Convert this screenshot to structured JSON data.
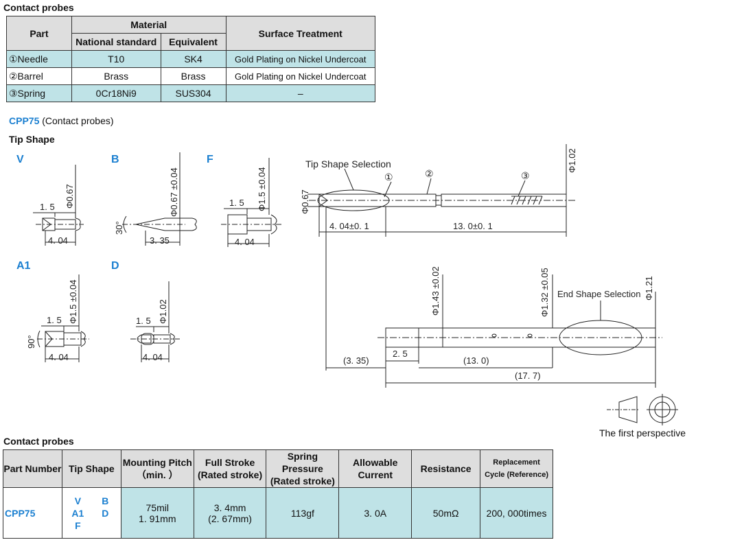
{
  "material_section": {
    "title": "Contact probes",
    "headers": {
      "part": "Part",
      "material": "Material",
      "national": "National standard",
      "equivalent": "Equivalent",
      "surface": "Surface Treatment"
    },
    "rows": [
      {
        "part": "①Needle",
        "national": "T10",
        "equivalent": "SK4",
        "surface": "Gold Plating on Nickel Undercoat"
      },
      {
        "part": "②Barrel",
        "national": "Brass",
        "equivalent": "Brass",
        "surface": "Gold Plating on Nickel Undercoat"
      },
      {
        "part": "③Spring",
        "national": "0Cr18Ni9",
        "equivalent": "SUS304",
        "surface": "–"
      }
    ]
  },
  "product": {
    "code": "CPP75",
    "desc": "(Contact probes)",
    "tip_shape_title": "Tip  Shape"
  },
  "tips": {
    "v": {
      "letter": "V",
      "dia": "Φ0.67",
      "a": "1. 5",
      "b": "4. 04"
    },
    "b": {
      "letter": "B",
      "dia": "Φ0.67 ±0.04",
      "angle": "30°",
      "b": "3. 35"
    },
    "f": {
      "letter": "F",
      "dia": "Φ1.5 ±0.04",
      "a": "1. 5",
      "b": "4. 04"
    },
    "a1": {
      "letter": "A1",
      "dia": "Φ1.5 ±0.04",
      "angle": "90°",
      "a": "1. 5",
      "b": "4. 04"
    },
    "d": {
      "letter": "D",
      "dia": "Φ1.02",
      "a": "1. 5",
      "b": "4. 04"
    }
  },
  "drawing": {
    "tip_sel": "Tip Shape Selection",
    "end_sel": "End Shape Selection",
    "c1": "①",
    "c2": "②",
    "c3": "③",
    "d067": "Φ0.67",
    "d102": "Φ1.02",
    "d143": "Φ1.43 ±0.02",
    "d132": "Φ1.32 ±0.05",
    "d121": "Φ1.21",
    "len404": "4. 04±0. 1",
    "len130": "13. 0±0. 1",
    "len25": "2. 5",
    "len335": "(3. 35)",
    "len130b": "(13. 0)",
    "len177": "(17. 7)",
    "perspective": "The first perspective"
  },
  "spec_section": {
    "title": "Contact probes",
    "headers": {
      "part_number": "Part Number",
      "tip_shape": "Tip  Shape",
      "pitch_1": "Mounting Pitch",
      "pitch_2": "（min. ）",
      "stroke_1": "Full Stroke",
      "stroke_2": "(Rated stroke)",
      "pressure_1": "Spring Pressure",
      "pressure_2": "(Rated stroke)",
      "current_1": "Allowable",
      "current_2": "Current",
      "resistance": "Resistance",
      "cycle_1": "Replacement",
      "cycle_2": "Cycle (Reference)"
    },
    "row": {
      "part_number": "CPP75",
      "tips": [
        "V",
        "B",
        "A1",
        "D",
        "F"
      ],
      "pitch_1": "75mil",
      "pitch_2": "1. 91mm",
      "stroke_1": "3. 4mm",
      "stroke_2": "(2. 67mm)",
      "pressure": "113gf",
      "current": "3. 0A",
      "resistance": "50mΩ",
      "cycle": "200, 000times"
    }
  },
  "colors": {
    "accent_blue": "#1a7fd0",
    "cell_cyan": "#bfe3e7",
    "header_grey": "#dedede"
  }
}
